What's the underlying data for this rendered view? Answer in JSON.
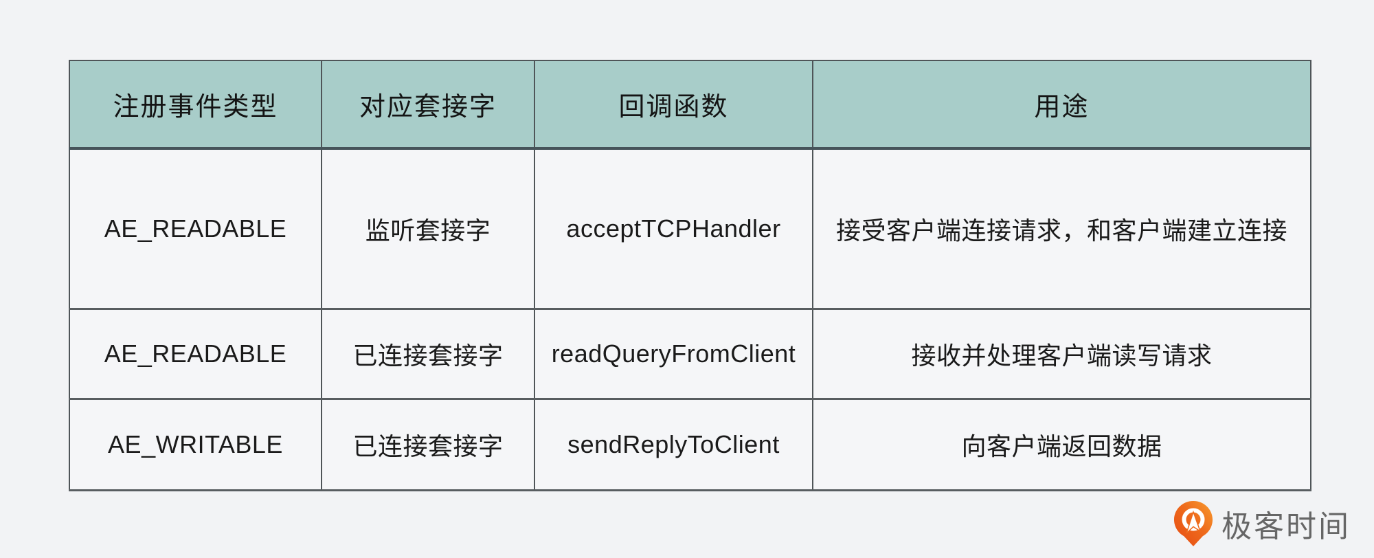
{
  "page": {
    "background_color": "#f2f3f5"
  },
  "table": {
    "header_bg_color": "#a8cdc9",
    "cell_bg_color": "#f5f6f8",
    "border_color": "#4f5558",
    "columns": {
      "event_type": "注册事件类型",
      "socket": "对应套接字",
      "callback": "回调函数",
      "purpose": "用途"
    },
    "rows": [
      {
        "event_type": "AE_READABLE",
        "socket": "监听套接字",
        "callback": "acceptTCPHandler",
        "purpose": "接受客户端连接请求，和客户端建立连接"
      },
      {
        "event_type": "AE_READABLE",
        "socket": "已连接套接字",
        "callback": "readQueryFromClient",
        "purpose": "接收并处理客户端读写请求"
      },
      {
        "event_type": "AE_WRITABLE",
        "socket": "已连接套接字",
        "callback": "sendReplyToClient",
        "purpose": "向客户端返回数据"
      }
    ]
  },
  "branding": {
    "logo_text": "极客时间",
    "logo_icon": "geektime-pin-icon",
    "logo_orange": "#ed6a1c",
    "logo_text_color": "#666666"
  }
}
